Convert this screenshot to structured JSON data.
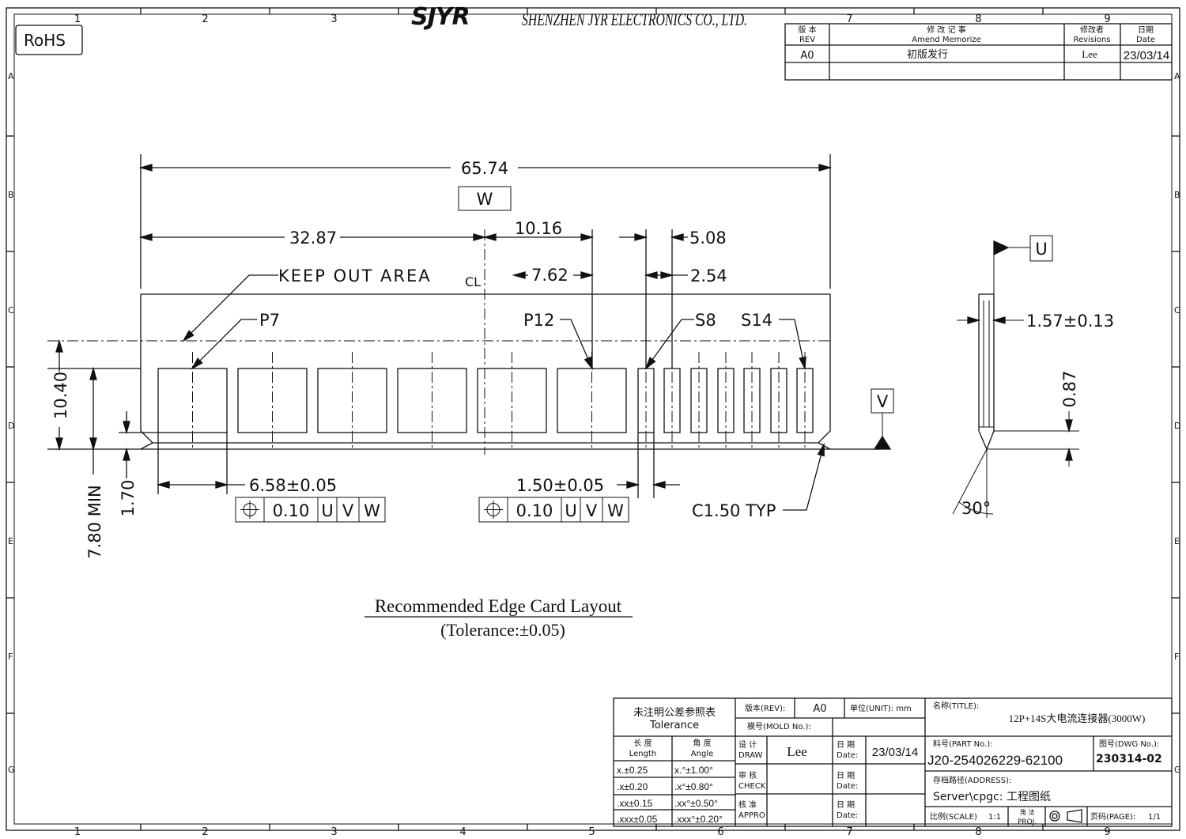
{
  "header": {
    "logo": "SJYR",
    "company": "SHENZHEN JYR ELECTRONICS CO., LTD.",
    "rohs": "RoHS"
  },
  "grid": {
    "cols": [
      "1",
      "2",
      "3",
      "4",
      "5",
      "6",
      "7",
      "8",
      "9"
    ],
    "rows": [
      "A",
      "B",
      "C",
      "D",
      "E",
      "F",
      "G"
    ]
  },
  "revision": {
    "headers": [
      {
        "cn": "版 本",
        "en": "REV"
      },
      {
        "cn": "修 改 记 事",
        "en": "Amend Memorize"
      },
      {
        "cn": "修改者",
        "en": "Revisions"
      },
      {
        "cn": "日期",
        "en": "Date"
      }
    ],
    "rows": [
      {
        "rev": "A0",
        "memo": "初版发行",
        "by": "Lee",
        "date": "23/03/14"
      }
    ]
  },
  "drawing": {
    "title": "Recommended Edge Card Layout",
    "tolerance": "(Tolerance:±0.05)",
    "dims": {
      "overall": "65.74",
      "half": "32.87",
      "d1016": "10.16",
      "d508": "5.08",
      "d762": "7.62",
      "d254": "2.54",
      "h1040": "10.40",
      "h780": "7.80 MIN",
      "h170": "1.70",
      "pad_big": "6.58±0.05",
      "pad_small": "1.50±0.05",
      "chamfer": "C1.50 TYP",
      "pin_width": "1.57±0.13",
      "pin_tip": "0.87",
      "angle": "30°"
    },
    "labels": {
      "keepout": "KEEP OUT AREA",
      "centerline": "CL",
      "p7": "P7",
      "p12": "P12",
      "s8": "S8",
      "s14": "S14"
    },
    "datums": {
      "w": "W",
      "u": "U",
      "v": "V"
    },
    "fcf": {
      "tol": "0.10",
      "refs": [
        "U",
        "V",
        "W"
      ]
    }
  },
  "titleblock": {
    "tol_title_cn": "未注明公差参照表",
    "tol_title_en": "Tolerance",
    "len_cn": "长 度",
    "len_en": "Length",
    "ang_cn": "角 度",
    "ang_en": "Angle",
    "tolerances": [
      {
        "len": "x.±0.25",
        "ang": "x.°±1.00°"
      },
      {
        "len": ".x±0.20",
        "ang": ".x°±0.80°"
      },
      {
        "len": ".xx±0.15",
        "ang": ".xx°±0.50°"
      },
      {
        "len": ".xxx±0.05",
        "ang": ".xxx°±0.20°"
      }
    ],
    "rev_label": "版本(REV):",
    "rev": "A0",
    "unit_label": "单位(UNIT): mm",
    "mold_label": "模号(MOLD No.):",
    "draw_cn": "设 计",
    "draw_en": "DRAW",
    "draw_by": "Lee",
    "check_cn": "审 核",
    "check_en": "CHECK",
    "appro_cn": "核 准",
    "appro_en": "APPRO",
    "date_cn": "日 期",
    "date_en": "Date:",
    "date": "23/03/14",
    "title_label": "名称(TITLE):",
    "title": "12P+14S大电流连接器(3000W)",
    "part_label": "料号(PART No.):",
    "part": "J20-254026229-62100",
    "dwg_label": "图号(DWG No.):",
    "dwg": "230314-02",
    "addr_label": "存档路径(ADDRESS):",
    "addr": "Server\\cpgc: 工程图纸",
    "scale_label": "比例(SCALE)",
    "scale": "1:1",
    "proj_cn": "角 法",
    "proj_en": "PROJ.",
    "page_label": "页码(PAGE):",
    "page": "1/1"
  }
}
